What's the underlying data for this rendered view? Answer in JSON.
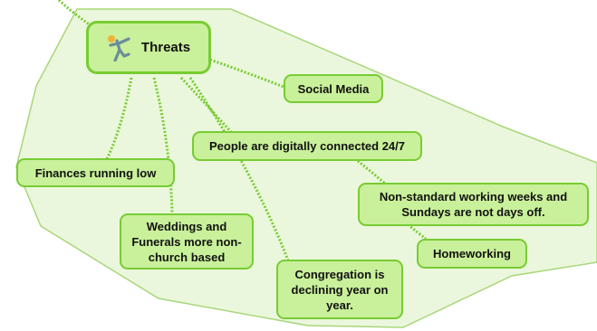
{
  "diagram": {
    "central": {
      "label": "Threats",
      "icon": "kick-figure-icon"
    },
    "nodes": {
      "social_media": "Social Media",
      "digitally_connected": "People are digitally connected 24/7",
      "finances": "Finances running low",
      "non_standard_weeks": "Non-standard working weeks and Sundays are not days off.",
      "homeworking": "Homeworking",
      "weddings_funerals": "Weddings and Funerals more non-church based",
      "congregation": "Congregation is declining year on year."
    },
    "colors": {
      "node_fill": "#c9f09a",
      "node_border": "#77cc33",
      "connector": "#77cc33",
      "boundary_fill": "#ebf7dc",
      "boundary_stroke": "#a8d77a",
      "icon_figure": "#6a8c9a",
      "icon_head": "#f2b23a"
    }
  }
}
